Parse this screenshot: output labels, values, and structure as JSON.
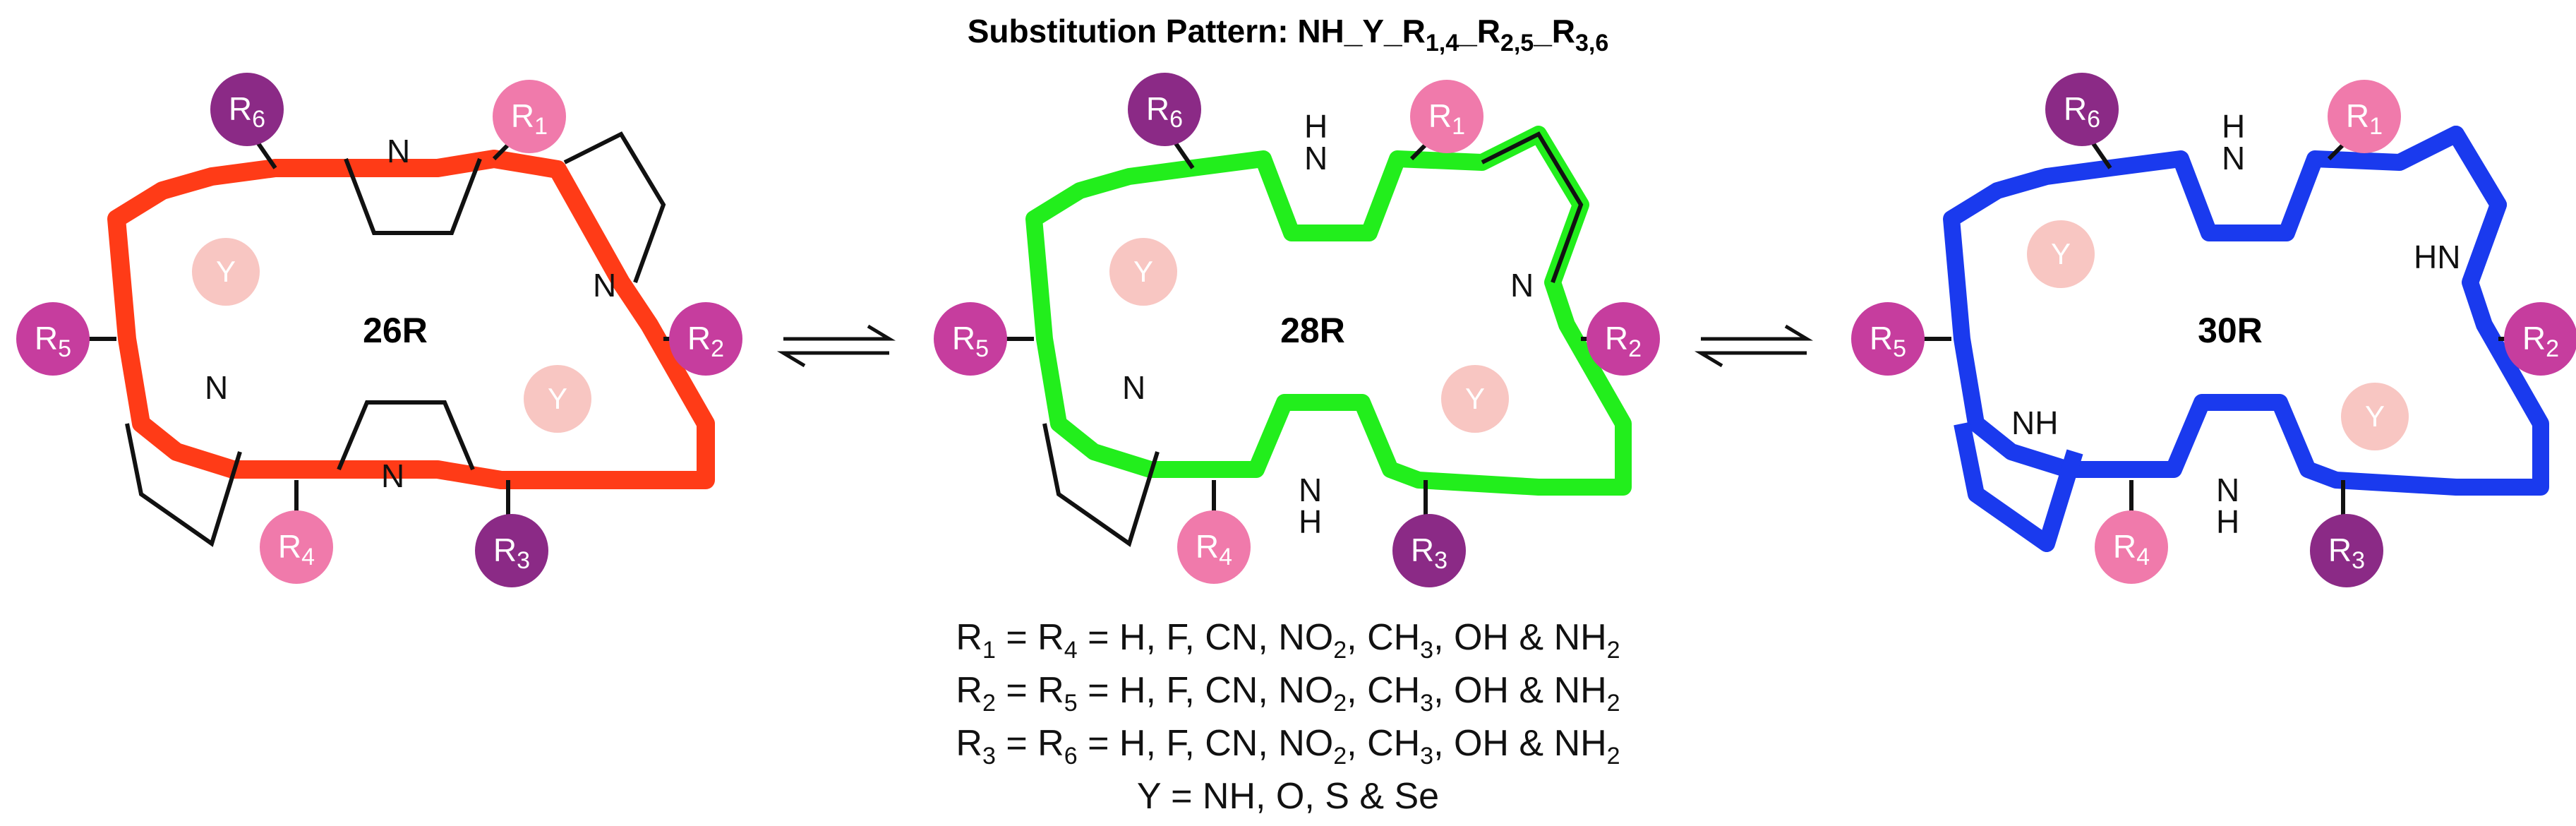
{
  "title": {
    "main": "Substitution Pattern: NH_Y_R",
    "s1": "1,4",
    "s2": "2,5",
    "s3": "3,6"
  },
  "colors": {
    "path_26R": "#ff3b17",
    "path_28R": "#22ee1c",
    "path_30R": "#1a3aee",
    "r_dark": "#8b2a86",
    "r_magenta": "#c63d9e",
    "r_pink": "#f07aab",
    "y_light": "#f8c6c2"
  },
  "molecules": [
    {
      "id": "26R",
      "label": "26R",
      "r1": "R",
      "r1_sub": "1",
      "r2": "R",
      "r2_sub": "2",
      "r3": "R",
      "r3_sub": "3",
      "r4": "R",
      "r4_sub": "4",
      "r5": "R",
      "r5_sub": "5",
      "r6": "R",
      "r6_sub": "6",
      "y": "Y",
      "n_atom": "N"
    },
    {
      "id": "28R",
      "label": "28R",
      "r1": "R",
      "r1_sub": "1",
      "r2": "R",
      "r2_sub": "2",
      "r3": "R",
      "r3_sub": "3",
      "r4": "R",
      "r4_sub": "4",
      "r5": "R",
      "r5_sub": "5",
      "r6": "R",
      "r6_sub": "6",
      "y": "Y",
      "n_atom": "N",
      "nh_n": "N",
      "nh_h": "H"
    },
    {
      "id": "30R",
      "label": "30R",
      "r1": "R",
      "r1_sub": "1",
      "r2": "R",
      "r2_sub": "2",
      "r3": "R",
      "r3_sub": "3",
      "r4": "R",
      "r4_sub": "4",
      "r5": "R",
      "r5_sub": "5",
      "r6": "R",
      "r6_sub": "6",
      "y": "Y",
      "nh_n": "N",
      "nh_h": "H",
      "hn": "HN",
      "nh": "NH"
    }
  ],
  "legend": {
    "line1": {
      "a": "R",
      "a_sub": "1",
      "mid": " = R",
      "b_sub": "4",
      "rest": " = H, F, CN, NO",
      "no2_sub": "2",
      "end": ", CH",
      "ch3_sub": "3",
      "tail": ", OH & NH",
      "nh2_sub": "2"
    },
    "line2": {
      "a": "R",
      "a_sub": "2",
      "mid": " = R",
      "b_sub": "5",
      "rest": " = H, F, CN, NO",
      "no2_sub": "2",
      "end": ", CH",
      "ch3_sub": "3",
      "tail": ", OH & NH",
      "nh2_sub": "2"
    },
    "line3": {
      "a": "R",
      "a_sub": "3",
      "mid": " = R",
      "b_sub": "6",
      "rest": " = H, F, CN, NO",
      "no2_sub": "2",
      "end": ", CH",
      "ch3_sub": "3",
      "tail": ", OH & NH",
      "nh2_sub": "2"
    },
    "line4": "Y = NH, O, S & Se"
  }
}
